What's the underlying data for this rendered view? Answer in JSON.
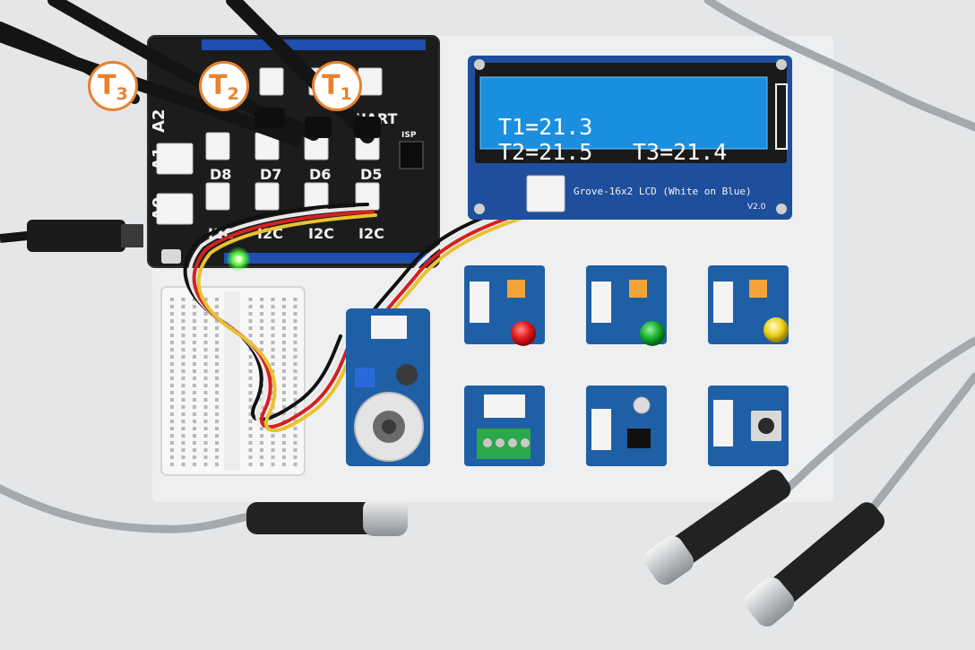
{
  "lcd_display": {
    "t1": "T1=21.3",
    "t3": "T3=21.4",
    "t2": "T2=21.5"
  },
  "lcd_module": {
    "title": "Grove-16x2 LCD (White on Blue)",
    "version": "V2.0"
  },
  "callouts": [
    {
      "main": "T",
      "sub": "3"
    },
    {
      "main": "T",
      "sub": "2"
    },
    {
      "main": "T",
      "sub": "1"
    }
  ],
  "shield_labels": {
    "a0": "A0",
    "a1": "A1",
    "a2": "A2",
    "d8": "D8",
    "d7": "D7",
    "d6": "D6",
    "d5": "D5",
    "i2c": "I2C",
    "uart": "UART",
    "isp": "ISP"
  },
  "colors": {
    "callout_orange": "#e8822e",
    "lcd_blue": "#1a8fe0",
    "shield_black": "#141414",
    "grove_blue": "#1f5fa6",
    "led_red": "#e01818",
    "led_green": "#16b02a",
    "led_yellow": "#f0d21a"
  }
}
